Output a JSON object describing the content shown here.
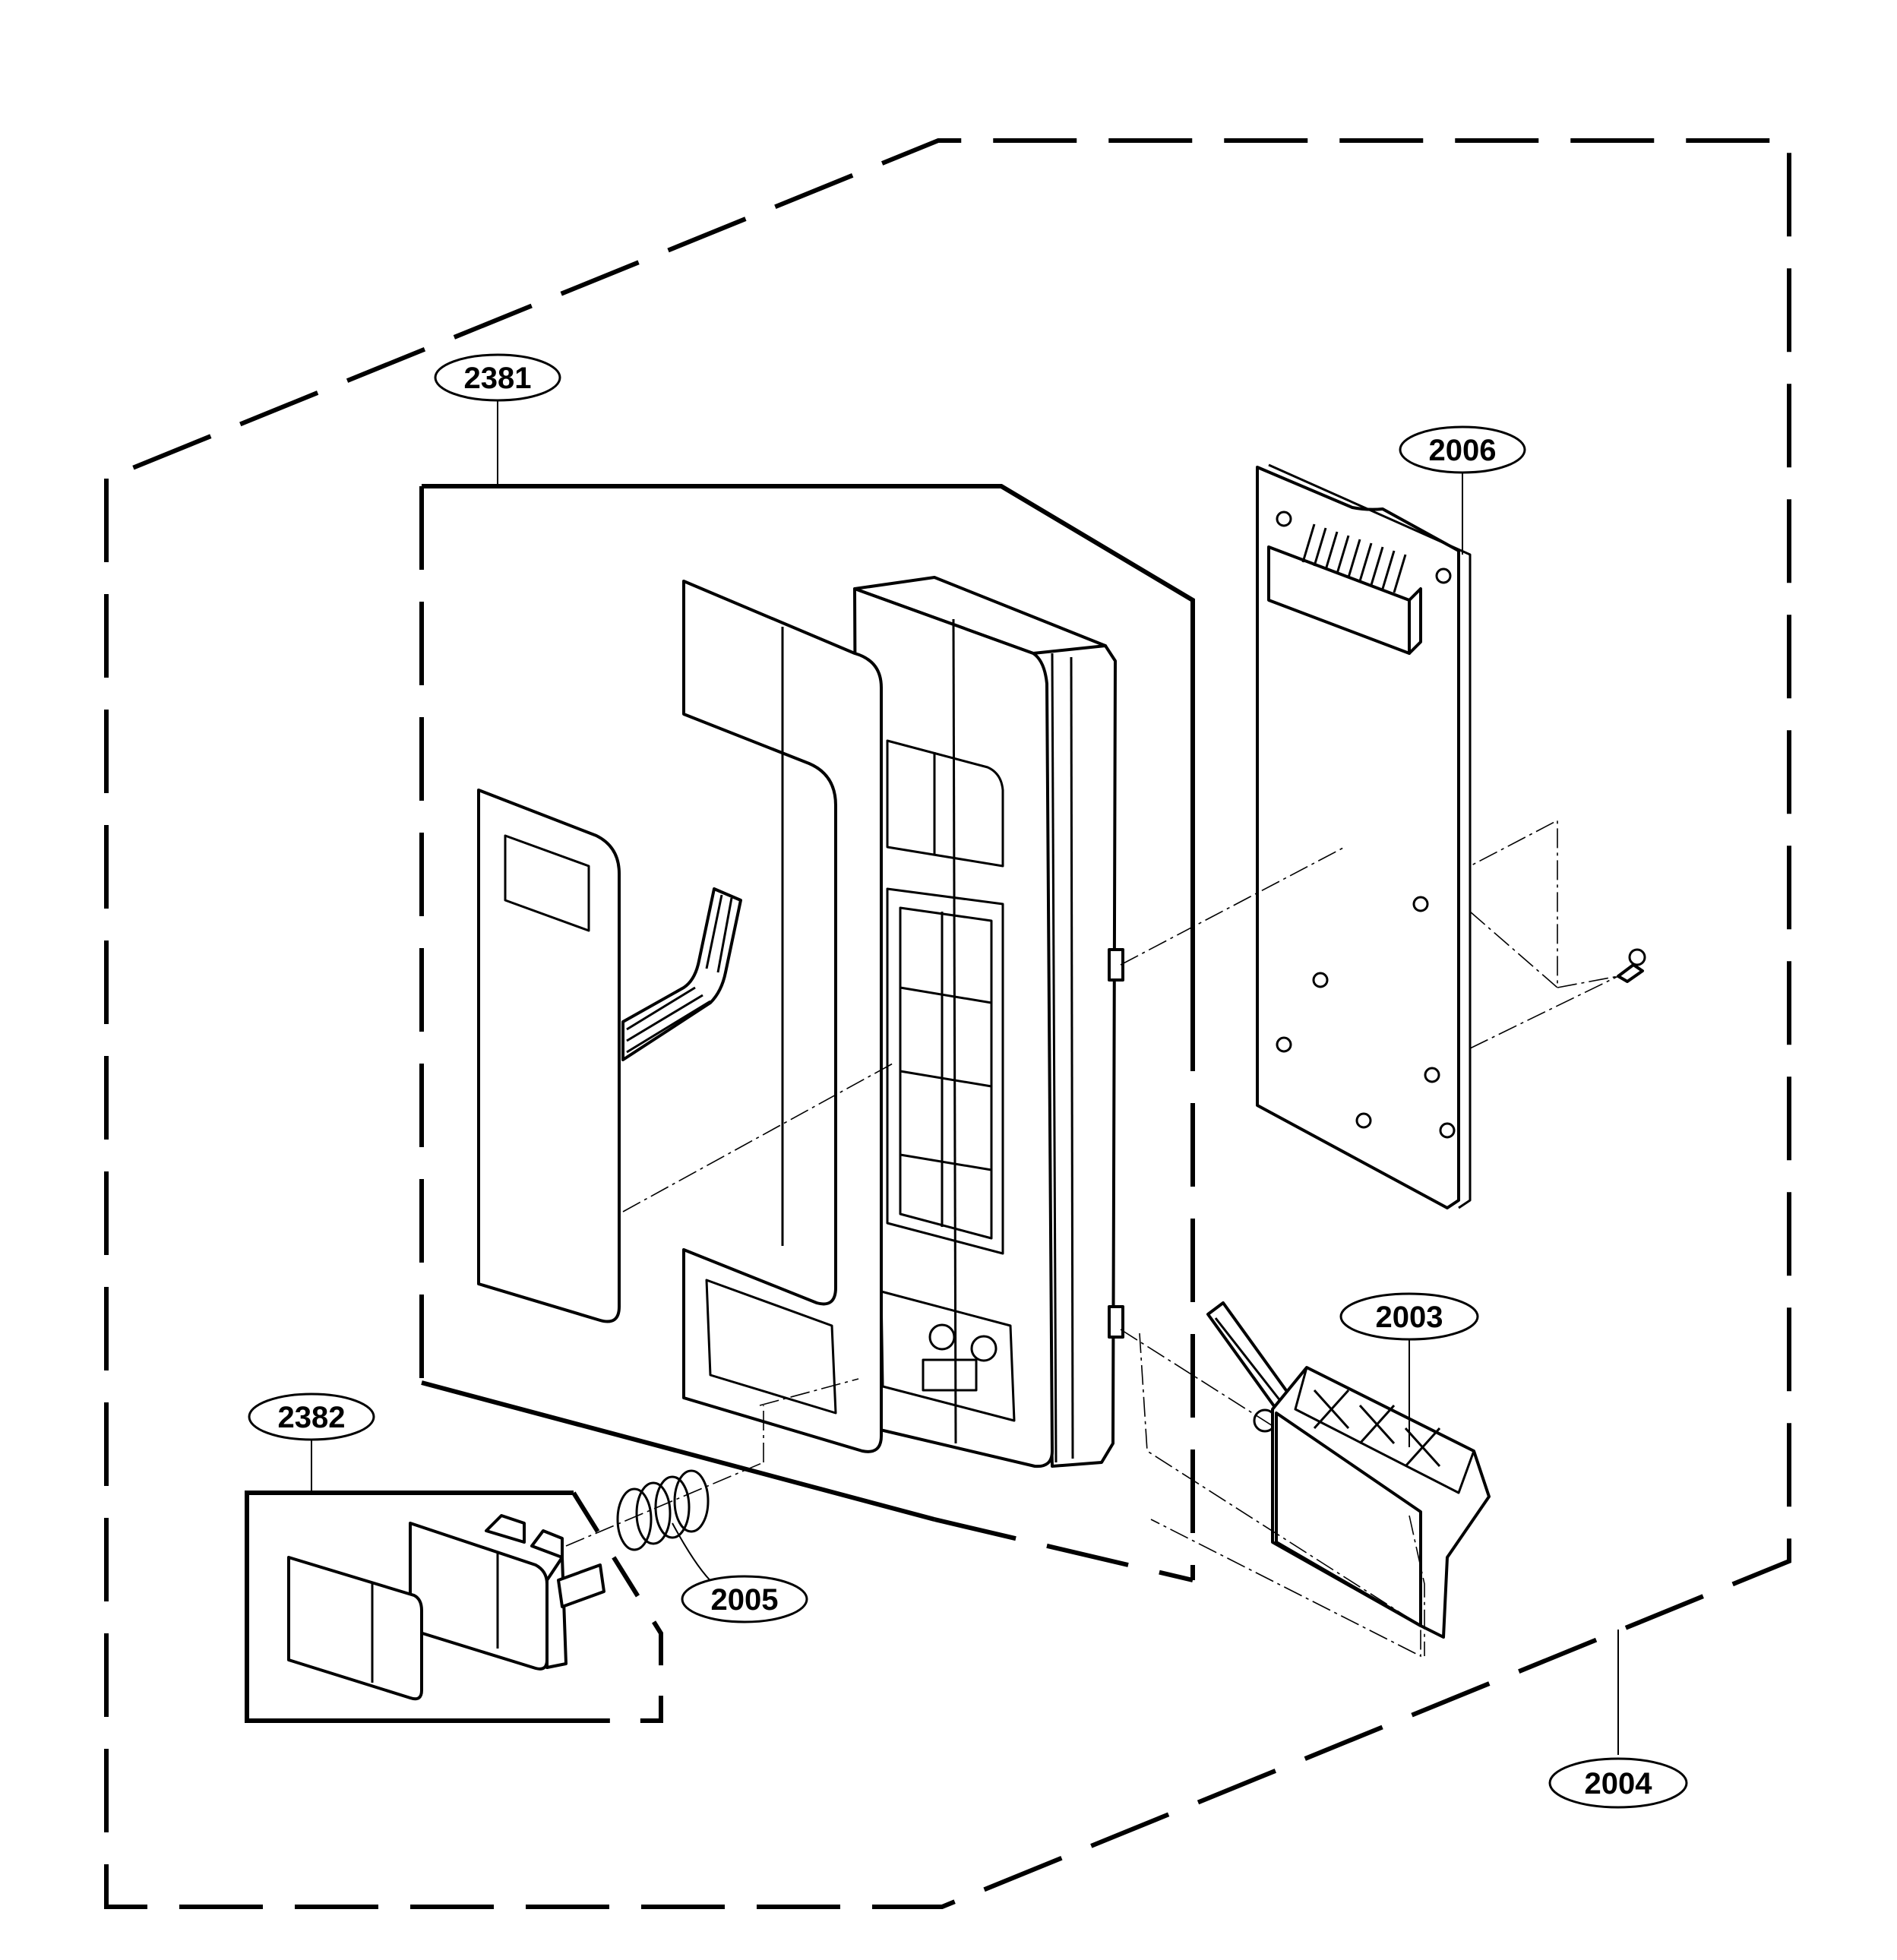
{
  "callouts": [
    {
      "id": "2381",
      "label": "2381"
    },
    {
      "id": "2006",
      "label": "2006"
    },
    {
      "id": "2003",
      "label": "2003"
    },
    {
      "id": "2382",
      "label": "2382"
    },
    {
      "id": "2005",
      "label": "2005"
    },
    {
      "id": "2004",
      "label": "2004"
    }
  ],
  "colors": {
    "line": "#000000",
    "background": "#ffffff"
  }
}
